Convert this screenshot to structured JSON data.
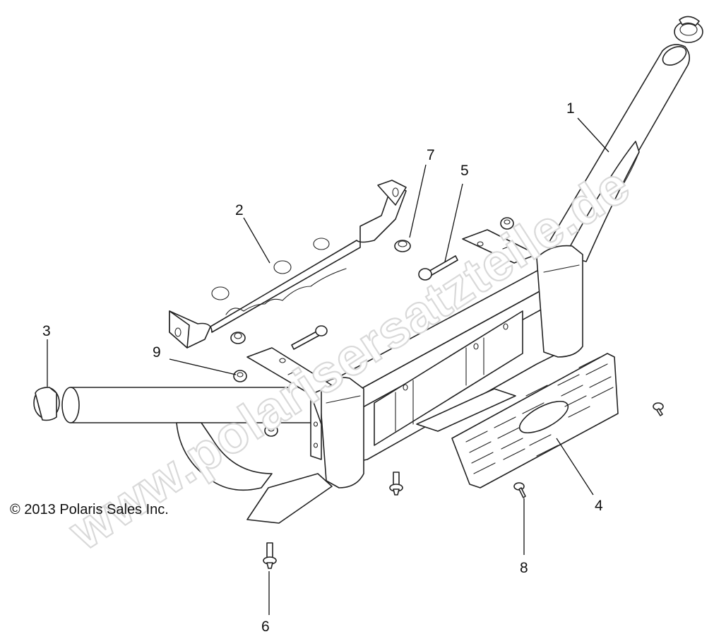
{
  "copyright": "© 2013 Polaris Sales Inc.",
  "watermark": "www.polarisersatzteile.de",
  "callouts": [
    {
      "id": "1",
      "label": "1"
    },
    {
      "id": "2",
      "label": "2"
    },
    {
      "id": "3",
      "label": "3"
    },
    {
      "id": "4",
      "label": "4"
    },
    {
      "id": "5",
      "label": "5"
    },
    {
      "id": "6",
      "label": "6"
    },
    {
      "id": "7",
      "label": "7"
    },
    {
      "id": "8",
      "label": "8"
    },
    {
      "id": "9",
      "label": "9"
    }
  ]
}
